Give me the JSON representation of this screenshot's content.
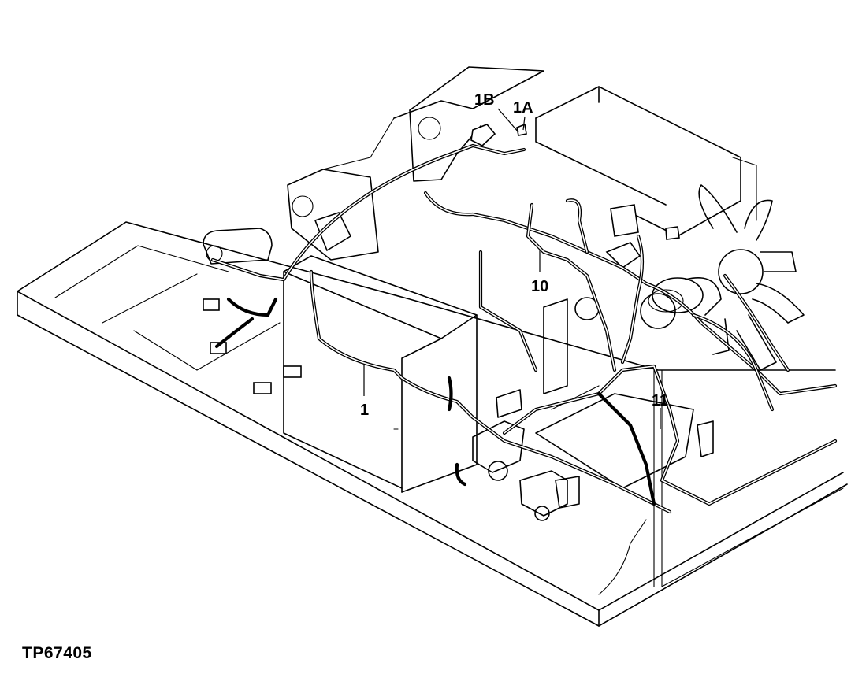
{
  "figure_id": "TP67405",
  "callouts": {
    "c1": "1",
    "c1a": "1A",
    "c1b": "1B",
    "c10": "10",
    "c11": "11"
  }
}
